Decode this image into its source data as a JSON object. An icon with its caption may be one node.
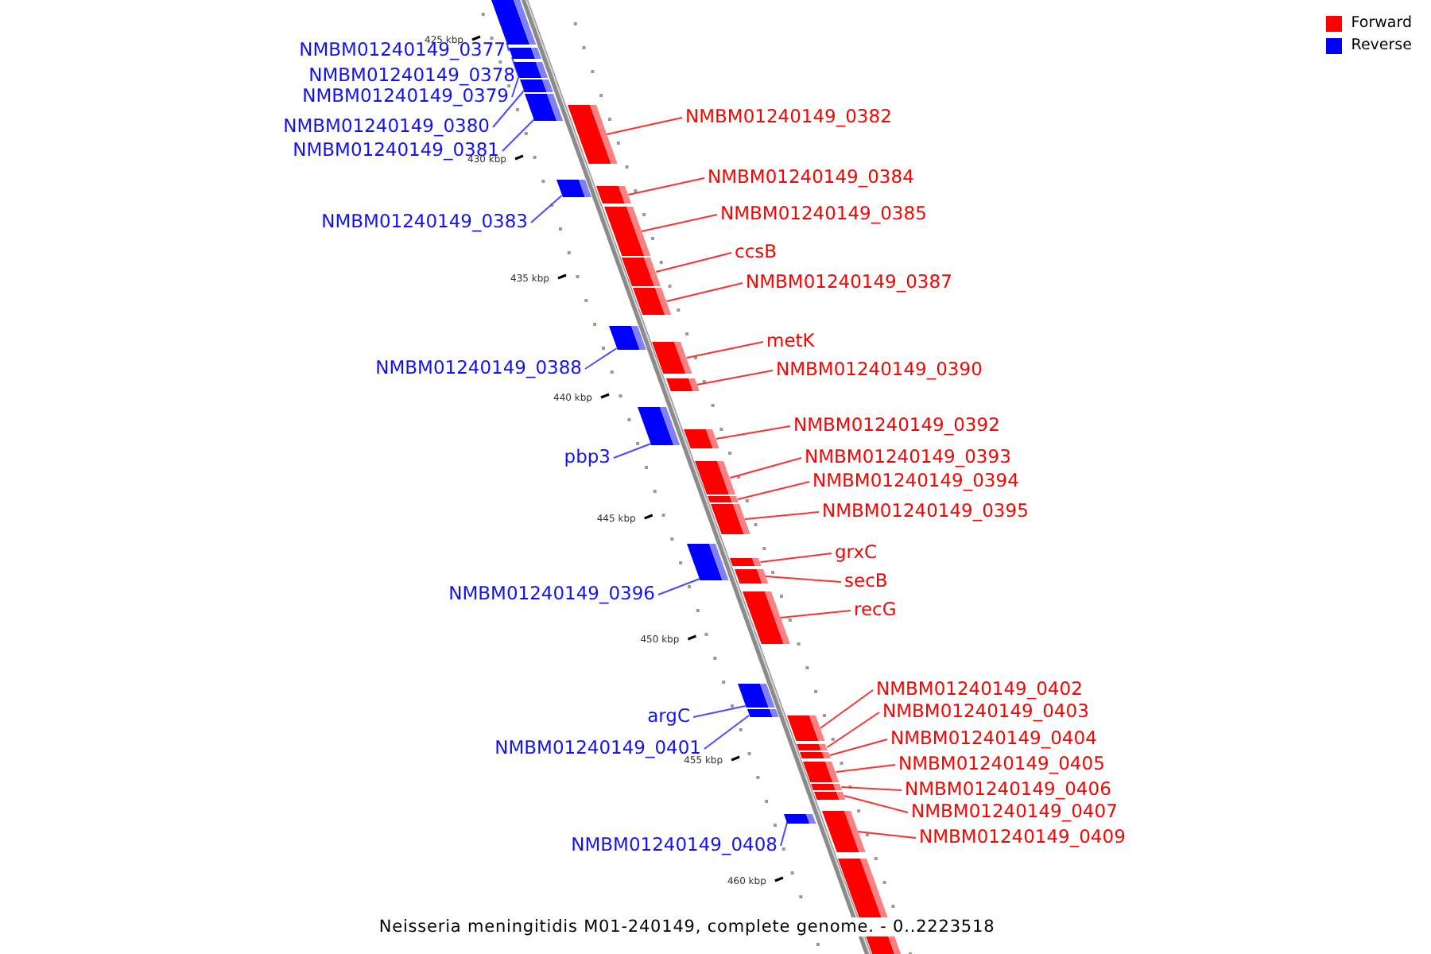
{
  "diagram": {
    "caption": "Neisseria meningitidis M01-240149, complete genome. - 0..2223518",
    "nodes": [
      {
        "text": [
          "NMBM01240149_0377"
        ]
      },
      {
        "text": [],
        "shape": "bar"
      },
      {
        "text": [
          "NMBM01240149_0378"
        ]
      },
      {
        "text": [],
        "shape": "bar"
      },
      {
        "text": [
          "NMBM01240149_0379"
        ]
      },
      {
        "text": [],
        "shape": "bar"
      },
      {
        "text": [
          "NMBM01240149_0380"
        ]
      },
      {
        "text": [],
        "shape": "bar"
      },
      {
        "text": [
          "NMBM01240149_0381"
        ]
      },
      {
        "text": [],
        "shape": "bar"
      },
      {
        "text": [
          "NMBM01240149_0382"
        ]
      },
      {
        "text": [],
        "shape": "bar"
      },
      {
        "text": [
          "NMBM01240149_0384"
        ]
      },
      {
        "text": [],
        "shape": "bar"
      },
      {
        "text": [
          "NMBM01240149_0383"
        ]
      },
      {
        "text": [],
        "shape": "bar"
      },
      {
        "text": [
          "NMBM01240149_0385"
        ]
      },
      {
        "text": [],
        "shape": "bar"
      },
      {
        "text": [
          "ccsB"
        ]
      },
      {
        "text": [],
        "shape": "bar"
      },
      {
        "text": [
          "NMBM01240149_0387"
        ]
      },
      {
        "text": [],
        "shape": "bar"
      },
      {
        "text": [
          "metK"
        ]
      },
      {
        "text": [],
        "shape": "bar"
      },
      {
        "text": [
          "NMBM01240149_0388"
        ]
      },
      {
        "text": [],
        "shape": "bar"
      },
      {
        "text": [
          "NMBM01240149_0390"
        ]
      },
      {
        "text": [],
        "shape": "bar"
      },
      {
        "text": [
          "NMBM01240149_0392"
        ]
      },
      {
        "text": [],
        "shape": "bar"
      },
      {
        "text": [
          "pbp3"
        ]
      },
      {
        "text": [],
        "shape": "bar"
      },
      {
        "text": [
          "NMBM01240149_0393"
        ]
      },
      {
        "text": [],
        "shape": "bar"
      },
      {
        "text": [
          "NMBM01240149_0394"
        ]
      },
      {
        "text": [],
        "shape": "bar"
      },
      {
        "text": [
          "NMBM01240149_0395"
        ]
      },
      {
        "text": [],
        "shape": "bar"
      },
      {
        "text": [
          "grxC"
        ]
      },
      {
        "text": [],
        "shape": "bar"
      },
      {
        "text": [
          "secB"
        ]
      },
      {
        "text": [],
        "shape": "bar"
      },
      {
        "text": [
          "NMBM01240149_0396"
        ]
      },
      {
        "text": [],
        "shape": "bar"
      },
      {
        "text": [
          "recG"
        ]
      },
      {
        "text": [],
        "shape": "bar"
      },
      {
        "text": [
          "NMBM01240149_0402"
        ]
      },
      {
        "text": [],
        "shape": "bar"
      },
      {
        "text": [
          "NMBM01240149_0403"
        ]
      },
      {
        "text": [],
        "shape": "bar"
      },
      {
        "text": [
          "argC"
        ]
      },
      {
        "text": [],
        "shape": "bar"
      },
      {
        "text": [
          "NMBM01240149_0404"
        ]
      },
      {
        "text": [],
        "shape": "bar"
      },
      {
        "text": [
          "NMBM01240149_0401"
        ]
      },
      {
        "text": [],
        "shape": "bar"
      },
      {
        "text": [
          "NMBM01240149_0405"
        ]
      },
      {
        "text": [],
        "shape": "bar"
      },
      {
        "text": [
          "NMBM01240149_0406"
        ]
      },
      {
        "text": [],
        "shape": "bar"
      },
      {
        "text": [
          "NMBM01240149_0407"
        ]
      },
      {
        "text": [],
        "shape": "bar"
      },
      {
        "text": [
          "NMBM01240149_0409"
        ]
      },
      {
        "text": [],
        "shape": "bar"
      },
      {
        "text": [
          "NMBM01240149_0408"
        ]
      },
      {
        "text": [],
        "shape": "bar"
      },
      {
        "text": [],
        "shape": "bar"
      }
    ],
    "edges": [
      {
        "from": 0,
        "to": 1,
        "arrow": "none",
        "color": "#4a4aff"
      },
      {
        "from": 2,
        "to": 3,
        "arrow": "none",
        "color": "#4a4aff"
      },
      {
        "from": 4,
        "to": 5,
        "arrow": "none",
        "color": "#4a4aff"
      },
      {
        "from": 6,
        "to": 7,
        "arrow": "none",
        "color": "#4a4aff"
      },
      {
        "from": 8,
        "to": 9,
        "arrow": "none",
        "color": "#4a4aff"
      },
      {
        "from": 10,
        "to": 11,
        "arrow": "none"
      },
      {
        "from": 12,
        "to": 13,
        "arrow": "none"
      },
      {
        "from": 14,
        "to": 15,
        "arrow": "none",
        "color": "#4a4aff"
      },
      {
        "from": 16,
        "to": 17,
        "arrow": "none"
      },
      {
        "from": 18,
        "to": 19,
        "arrow": "none"
      },
      {
        "from": 20,
        "to": 21,
        "arrow": "none"
      },
      {
        "from": 22,
        "to": 23,
        "arrow": "none"
      },
      {
        "from": 24,
        "to": 25,
        "arrow": "none",
        "color": "#4a4aff"
      },
      {
        "from": 26,
        "to": 27,
        "arrow": "none"
      },
      {
        "from": 28,
        "to": 29,
        "arrow": "none"
      },
      {
        "from": 30,
        "to": 31,
        "arrow": "none",
        "color": "#4a4aff"
      },
      {
        "from": 32,
        "to": 33,
        "arrow": "none"
      },
      {
        "from": 34,
        "to": 35,
        "arrow": "none"
      },
      {
        "from": 36,
        "to": 37,
        "arrow": "none"
      },
      {
        "from": 38,
        "to": 39,
        "arrow": "none"
      },
      {
        "from": 40,
        "to": 41,
        "arrow": "none"
      },
      {
        "from": 42,
        "to": 43,
        "arrow": "none",
        "color": "#4a4aff"
      },
      {
        "from": 44,
        "to": 45,
        "arrow": "none"
      },
      {
        "from": 46,
        "to": 47,
        "arrow": "none"
      },
      {
        "from": 48,
        "to": 49,
        "arrow": "none"
      },
      {
        "from": 50,
        "to": 51,
        "arrow": "none",
        "color": "#4a4aff"
      },
      {
        "from": 52,
        "to": 53,
        "arrow": "none"
      },
      {
        "from": 54,
        "to": 55,
        "arrow": "none",
        "color": "#4a4aff"
      },
      {
        "from": 56,
        "to": 57,
        "arrow": "none"
      },
      {
        "from": 58,
        "to": 59,
        "arrow": "none"
      },
      {
        "from": 60,
        "to": 61,
        "arrow": "none"
      },
      {
        "from": 62,
        "to": 63,
        "arrow": "none"
      },
      {
        "from": 64,
        "to": 65,
        "arrow": "none",
        "color": "#4a4aff"
      }
    ],
    "labels": [
      "425 kbp",
      "430 kbp",
      "435 kbp",
      "440 kbp",
      "445 kbp",
      "450 kbp",
      "455 kbp",
      "460 kbp"
    ],
    "legend": [
      {
        "text": "Forward",
        "color": "#ff0000"
      },
      {
        "text": "Reverse",
        "color": "#0000ff"
      }
    ]
  }
}
